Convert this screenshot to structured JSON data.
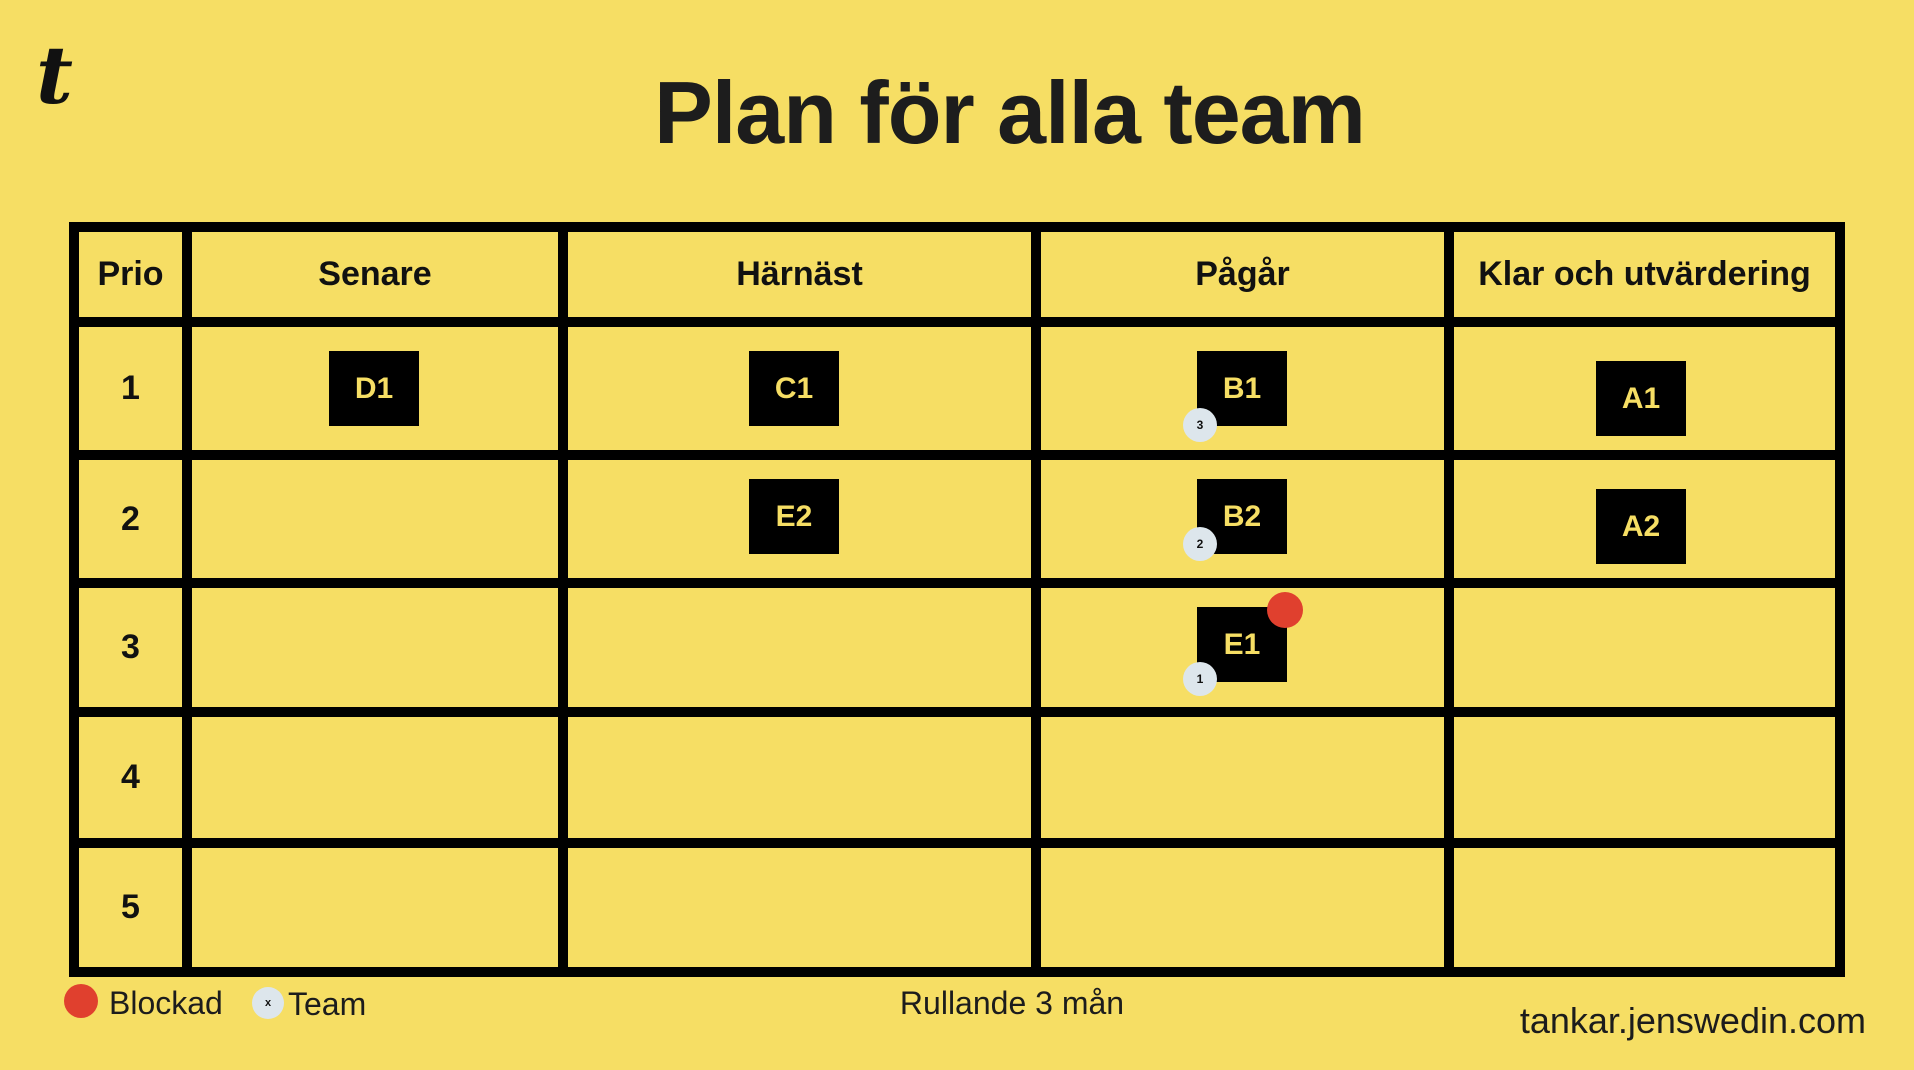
{
  "logo": "t",
  "title": "Plan för alla team",
  "columns": [
    "Prio",
    "Senare",
    "Härnäst",
    "Pågår",
    "Klar och utvärdering"
  ],
  "rows": [
    "1",
    "2",
    "3",
    "4",
    "5"
  ],
  "cards": [
    {
      "id": "D1",
      "label": "D1",
      "column": "Senare",
      "row": "1"
    },
    {
      "id": "C1",
      "label": "C1",
      "column": "Härnäst",
      "row": "1"
    },
    {
      "id": "B1",
      "label": "B1",
      "column": "Pågår",
      "row": "1",
      "team": "3"
    },
    {
      "id": "A1",
      "label": "A1",
      "column": "Klar och utvärdering",
      "row": "1"
    },
    {
      "id": "E2",
      "label": "E2",
      "column": "Härnäst",
      "row": "2"
    },
    {
      "id": "B2",
      "label": "B2",
      "column": "Pågår",
      "row": "2",
      "team": "2"
    },
    {
      "id": "A2",
      "label": "A2",
      "column": "Klar och utvärdering",
      "row": "2"
    },
    {
      "id": "E1",
      "label": "E1",
      "column": "Pågår",
      "row": "3",
      "team": "1",
      "blocked": true
    }
  ],
  "legend": {
    "blocked_label": "Blockad",
    "team_marker": "x",
    "team_label": "Team"
  },
  "footer": {
    "period": "Rullande 3 mån",
    "url": "tankar.jenswedin.com"
  },
  "colors": {
    "background": "#F6DE64",
    "card": "#000000",
    "card_text": "#F6DE64",
    "blocked": "#E0402E",
    "team": "#DDE6EC"
  }
}
